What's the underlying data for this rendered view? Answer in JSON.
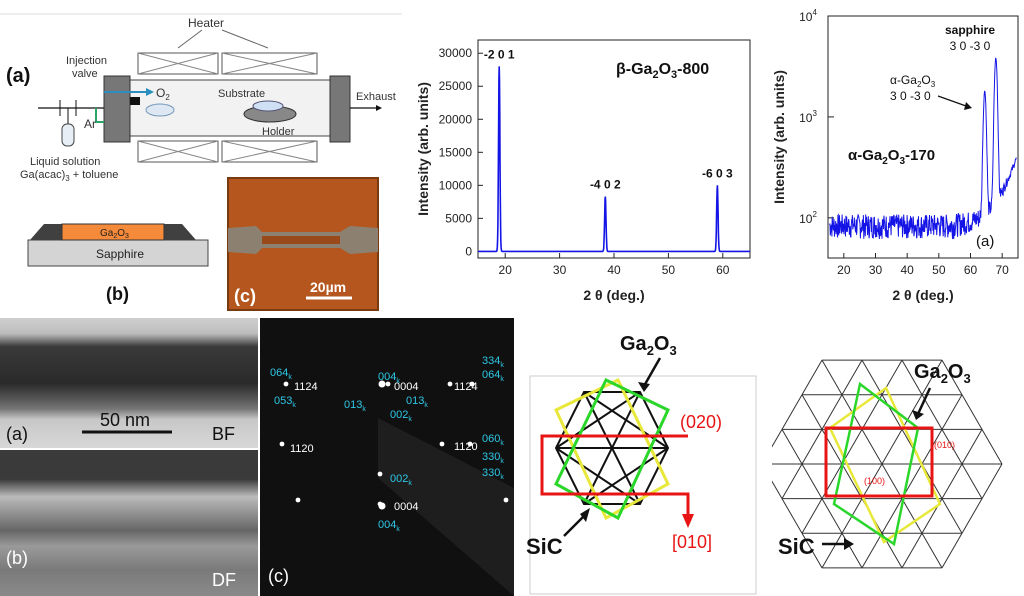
{
  "setup": {
    "label_a": "(a)",
    "heater": "Heater",
    "injection_valve": "Injection valve",
    "o2": "O",
    "o2_sub": "2",
    "ar": "Ar",
    "substrate": "Substrate",
    "holder": "Holder",
    "exhaust": "Exhaust",
    "solution_line1": "Liquid solution",
    "solution_line2": "Ga(acac)",
    "solution_line2_sub": "3",
    "solution_line2_rest": " + toluene",
    "device_label": "Ga",
    "device_label_sub1": "2",
    "device_label_mid": "O",
    "device_label_sub2": "3",
    "sapphire": "Sapphire",
    "label_b": "(b)",
    "label_c": "(c)",
    "scalebar": "20µm",
    "colors": {
      "o2_arrow": "#2a8fbf",
      "ar_line": "#2aa56a",
      "device_orange": "#f58a3a",
      "micrograph": "#b5561e"
    }
  },
  "beta_chart": {
    "chart_data": {
      "type": "line",
      "title": "β-Ga2O3-800",
      "xlabel": "2 θ (deg.)",
      "ylabel": "Intensity (arb. units)",
      "xlim": [
        15,
        65
      ],
      "ylim": [
        -1000,
        32000
      ],
      "xticks": [
        20,
        30,
        40,
        50,
        60
      ],
      "yticks": [
        0,
        5000,
        10000,
        15000,
        20000,
        25000,
        30000
      ],
      "peaks": [
        {
          "x": 18.9,
          "y": 28000,
          "label": "-2 0 1"
        },
        {
          "x": 38.4,
          "y": 8300,
          "label": "-4 0 2"
        },
        {
          "x": 59.0,
          "y": 10000,
          "label": "-6 0 3"
        }
      ],
      "baseline": 0,
      "series": [
        {
          "color": "#1414e6"
        }
      ]
    },
    "title_main": "β-Ga",
    "title_sub1": "2",
    "title_mid": "O",
    "title_sub2": "3",
    "title_end": "-800"
  },
  "alpha_chart": {
    "chart_data": {
      "type": "line",
      "scale": "log",
      "xlabel": "2 θ (deg.)",
      "ylabel": "Intensity (arb. units)",
      "xlim": [
        15,
        75
      ],
      "ylim": [
        40,
        10000
      ],
      "xticks": [
        20,
        30,
        40,
        50,
        60,
        70
      ],
      "yticks": [
        100,
        1000,
        10000
      ],
      "peaks": [
        {
          "x": 64.5,
          "y": 1700,
          "label": "α-Ga2O3 3 0 -3 0"
        },
        {
          "x": 68.0,
          "y": 3700,
          "label": "sapphire 3 0 -3 0"
        }
      ],
      "baseline": 85,
      "series": [
        {
          "color": "#1414e6"
        }
      ]
    },
    "sapphire_label": "sapphire",
    "sapphire_hkl": "3 0 -3 0",
    "alpha_label": "α-Ga",
    "alpha_sub1": "2",
    "alpha_mid": "O",
    "alpha_sub2": "3",
    "alpha_hkl": "3 0 -3 0",
    "sample_label": "α-Ga",
    "sample_sub1": "2",
    "sample_mid": "O",
    "sample_sub2": "3",
    "sample_end": "-170",
    "panel_label": "(a)",
    "ytick_labels": [
      "10",
      "2",
      "10",
      "3",
      "10",
      "4"
    ]
  },
  "tem": {
    "label_a": "(a)",
    "bf": "BF",
    "scalebar": "50 nm",
    "label_b": "(b)",
    "df": "DF"
  },
  "diffraction": {
    "label_c": "(c)",
    "spots": [
      {
        "text": "064",
        "sub": "k"
      },
      {
        "text": "1124",
        "sub": ""
      },
      {
        "text": "053",
        "sub": "k"
      },
      {
        "text": "004",
        "sub": "k"
      },
      {
        "text": "0004",
        "sub": ""
      },
      {
        "text": "013",
        "sub": "k"
      },
      {
        "text": "013",
        "sub": "k"
      },
      {
        "text": "002",
        "sub": "k"
      },
      {
        "text": "1120",
        "sub": ""
      },
      {
        "text": "334",
        "sub": "k"
      },
      {
        "text": "064",
        "sub": "k"
      },
      {
        "text": "1124",
        "sub": ""
      },
      {
        "text": "060",
        "sub": "k"
      },
      {
        "text": "1120",
        "sub": ""
      },
      {
        "text": "330",
        "sub": "k"
      },
      {
        "text": "330",
        "sub": "k"
      },
      {
        "text": "002",
        "sub": "k"
      },
      {
        "text": "0004",
        "sub": ""
      },
      {
        "text": "004",
        "sub": "k"
      }
    ]
  },
  "lattice1": {
    "ga2o3": "Ga",
    "ga2o3_sub1": "2",
    "ga2o3_mid": "O",
    "ga2o3_sub2": "3",
    "direction_020": "(020)",
    "direction_010": "[010]",
    "sic": "SiC"
  },
  "lattice2": {
    "ga2o3": "Ga",
    "ga2o3_sub1": "2",
    "ga2o3_mid": "O",
    "ga2o3_sub2": "3",
    "label_010": "(010)",
    "label_100": "(100)",
    "sic": "SiC"
  }
}
